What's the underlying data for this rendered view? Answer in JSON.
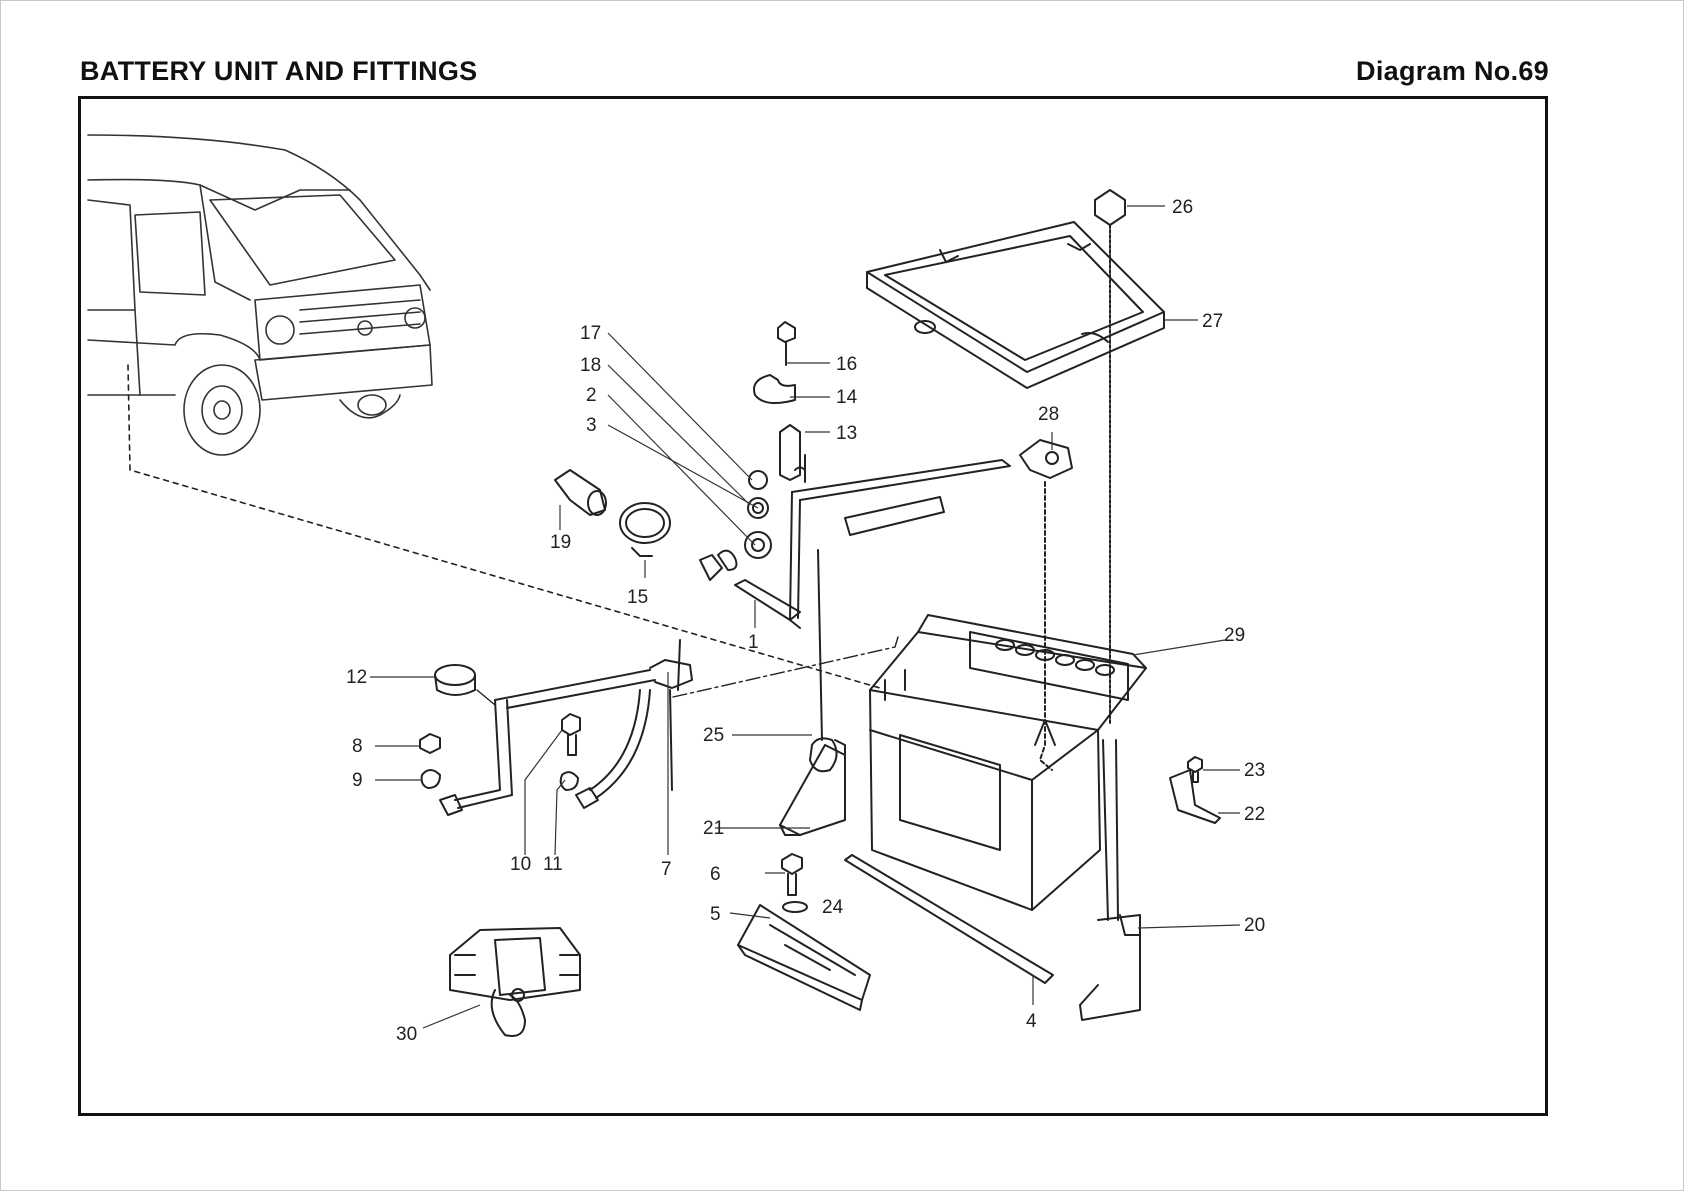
{
  "header": {
    "title": "BATTERY UNIT AND FITTINGS",
    "diagram_number": "Diagram No.69"
  },
  "callouts": [
    {
      "id": "c1",
      "label": "1"
    },
    {
      "id": "c2",
      "label": "2"
    },
    {
      "id": "c3",
      "label": "3"
    },
    {
      "id": "c4",
      "label": "4"
    },
    {
      "id": "c5",
      "label": "5"
    },
    {
      "id": "c6",
      "label": "6"
    },
    {
      "id": "c7",
      "label": "7"
    },
    {
      "id": "c8",
      "label": "8"
    },
    {
      "id": "c9",
      "label": "9"
    },
    {
      "id": "c10",
      "label": "10"
    },
    {
      "id": "c11",
      "label": "11"
    },
    {
      "id": "c12",
      "label": "12"
    },
    {
      "id": "c13",
      "label": "13"
    },
    {
      "id": "c14",
      "label": "14"
    },
    {
      "id": "c15",
      "label": "15"
    },
    {
      "id": "c16",
      "label": "16"
    },
    {
      "id": "c17",
      "label": "17"
    },
    {
      "id": "c18",
      "label": "18"
    },
    {
      "id": "c19",
      "label": "19"
    },
    {
      "id": "c20",
      "label": "20"
    },
    {
      "id": "c21",
      "label": "21"
    },
    {
      "id": "c22",
      "label": "22"
    },
    {
      "id": "c23",
      "label": "23"
    },
    {
      "id": "c24",
      "label": "24"
    },
    {
      "id": "c25",
      "label": "25"
    },
    {
      "id": "c26",
      "label": "26"
    },
    {
      "id": "c27",
      "label": "27"
    },
    {
      "id": "c28",
      "label": "28"
    },
    {
      "id": "c29",
      "label": "29"
    },
    {
      "id": "c30",
      "label": "30"
    }
  ]
}
